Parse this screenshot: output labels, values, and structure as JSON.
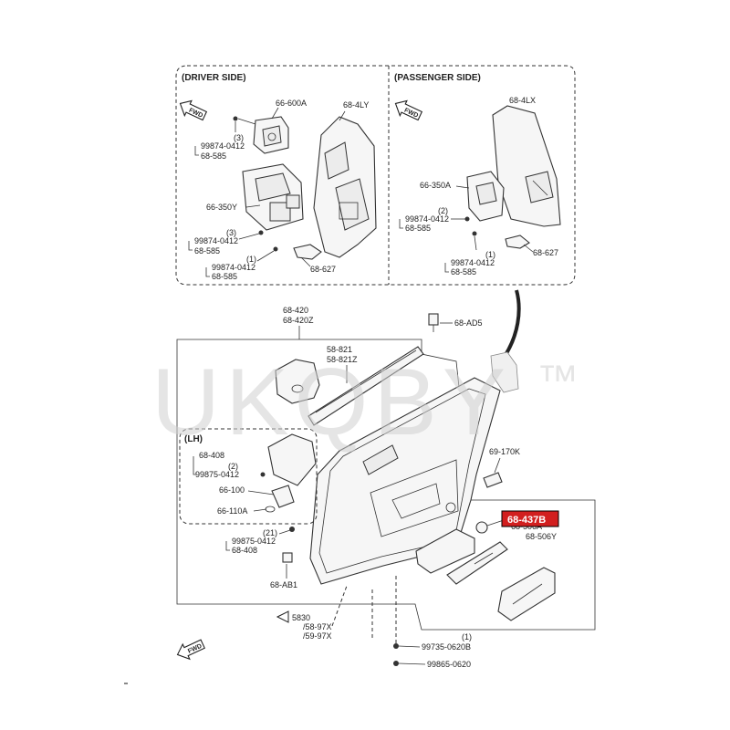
{
  "inset": {
    "driver_title": "(DRIVER SIDE)",
    "passenger_title": "(PASSENGER SIDE)"
  },
  "fwd": "FWD",
  "highlight": {
    "label": "68-437B",
    "color": "#d21f1f"
  },
  "watermark": "UKQBY",
  "watermark_tm": "™",
  "labels": {
    "d_66600A": "66-600A",
    "d_684LY": "68-4LY",
    "d_q3a": "(3)",
    "d_99874a": "99874-0412",
    "d_68585a": "68-585",
    "d_66350Y": "66-350Y",
    "d_q3b": "(3)",
    "d_99874b": "99874-0412",
    "d_68585b": "68-585",
    "d_q1": "(1)",
    "d_99874c": "99874-0412",
    "d_68585c": "68-585",
    "d_68627": "68-627",
    "p_684LX": "68-4LX",
    "p_66350A": "66-350A",
    "p_q2": "(2)",
    "p_99874a": "99874-0412",
    "p_68585a": "68-585",
    "p_q1": "(1)",
    "p_99874b": "99874-0412",
    "p_68585b": "68-585",
    "p_68627": "68-627",
    "m_68420": "68-420",
    "m_68420Z": "68-420Z",
    "m_68AD5": "68-AD5",
    "m_58821": "58-821",
    "m_58821Z": "58-821Z",
    "m_LH": "(LH)",
    "m_68408": "68-408",
    "m_q2": "(2)",
    "m_99875a": "99875-0412",
    "m_66100": "66-100",
    "m_66110A": "66-110A",
    "m_q21": "(21)",
    "m_99875b": "99875-0412",
    "m_68408b": "68-408",
    "m_68AB1": "68-AB1",
    "m_69170K": "69-170K",
    "m_68506A": "68-506A",
    "m_68506Y": "68-506Y",
    "m_5830": "5830",
    "m_5897X": "/58-97X",
    "m_5997X": "/59-97X",
    "m_q1": "(1)",
    "m_99735": "99735-0620B",
    "m_99865": "99865-0620"
  }
}
